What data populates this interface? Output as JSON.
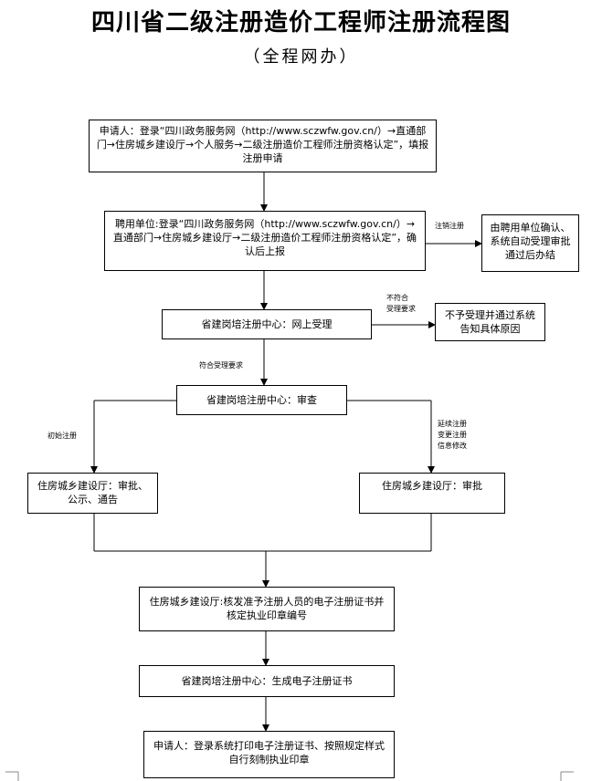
{
  "title": "四川省二级注册造价工程师注册流程图",
  "subtitle": "（全程网办）",
  "boxes": {
    "applicant_apply": "申请人：登录“四川政务服务网（http://www.sczwfw.gov.cn/）→直通部门→住房城乡建设厅→个人服务→二级注册造价工程师注册资格认定”，填报注册申请",
    "employer_confirm": "聘用单位:登录“四川政务服务网（http://www.sczwfw.gov.cn/）→直通部门→住房城乡建设厅→二级注册造价工程师注册资格认定”，确认后上报",
    "employer_cancel": "由聘用单位确认、系统自动受理审批通过后办结",
    "center_accept": "省建岗培注册中心：网上受理",
    "reject": "不予受理并通过系统告知具体原因",
    "center_review": "省建岗培注册中心：审查",
    "dept_approve_publish": "住房城乡建设厅：审批、公示、通告",
    "dept_approve": "住房城乡建设厅：审批",
    "dept_issue": "住房城乡建设厅:核发准予注册人员的电子注册证书并核定执业印章编号",
    "center_generate": "省建岗培注册中心：生成电子注册证书",
    "applicant_print": "申请人：登录系统打印电子注册证书、按照规定样式自行刻制执业印章"
  },
  "labels": {
    "cancel_registration": "注销注册",
    "not_meet_1": "不符合",
    "not_meet_2": "受理要求",
    "meet": "符合受理要求",
    "initial": "初始注册",
    "continue": "延续注册",
    "change": "变更注册",
    "info_modify": "信息修改"
  }
}
